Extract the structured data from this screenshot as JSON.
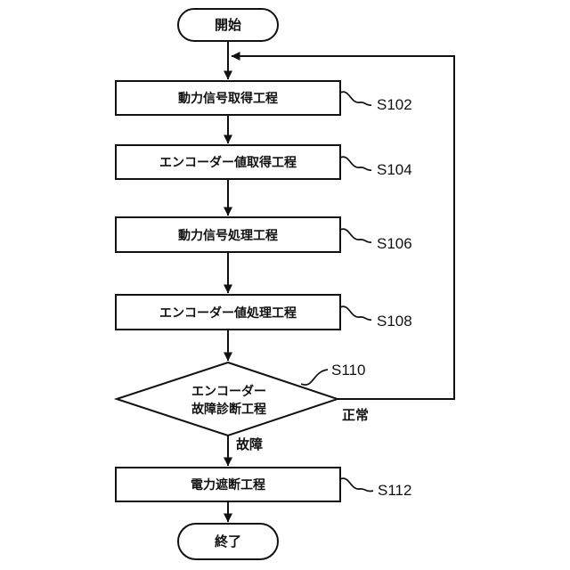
{
  "flowchart": {
    "start_label": "開始",
    "end_label": "終了",
    "processes": [
      {
        "label": "動力信号取得工程",
        "step": "S102"
      },
      {
        "label": "エンコーダー値取得工程",
        "step": "S104"
      },
      {
        "label": "動力信号処理工程",
        "step": "S106"
      },
      {
        "label": "エンコーダー値処理工程",
        "step": "S108"
      },
      {
        "label": "電力遮断工程",
        "step": "S112"
      }
    ],
    "decision": {
      "label_line1": "エンコーダー",
      "label_line2": "故障診断工程",
      "step": "S110",
      "branch_normal": "正常",
      "branch_fault": "故障"
    },
    "colors": {
      "stroke": "#111111",
      "shape_fill": "#ffffff",
      "background": "#ffffff"
    }
  }
}
